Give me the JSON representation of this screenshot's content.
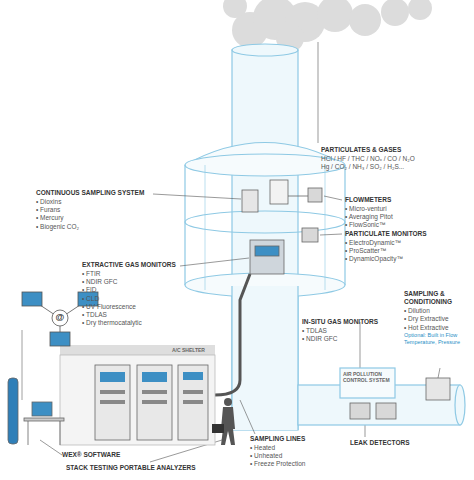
{
  "diagram": {
    "labels": [
      "PARTICULATES & GASES",
      "HCl / HF / THC / NOₓ / CO / N₂O",
      "Hg / CO₂ / NH₃ / SO₂ / H₂S...",
      "CONTINUOUS SAMPLING SYSTEM",
      "• Dioxins",
      "• Furans",
      "• Mercury",
      "• Biogenic CO₂",
      "FLOWMETERS",
      "• Micro-venturi",
      "• Averaging Pitot",
      "• FlowSonic™",
      "PARTICULATE MONITORS",
      "• ElectroDynamic™",
      "• ProScatter™",
      "• DynamicOpacity™",
      "EXTRACTIVE GAS MONITORS",
      "• FTIR",
      "• NDIR GFC",
      "• FID",
      "• CLD",
      "• UV Fluorescence",
      "• TDLAS",
      "• Dry thermocatalytic",
      "SAMPLING & CONDITIONING",
      "• Dilution",
      "• Dry Extractive",
      "• Hot Extractive",
      "Optional: Built in Flow Temperature, Pressure",
      "IN-SITU GAS MONITORS",
      "• TDLAS",
      "• NDIR GFC",
      "A/C SHELTER",
      "AIR POLLUTION CONTROL SYSTEM",
      "LEAK DETECTORS",
      "WEX® SOFTWARE",
      "STACK TESTING PORTABLE ANALYZERS",
      "SAMPLING LINES",
      "• Heated",
      "• Unheated",
      "• Freeze Protection",
      "@"
    ]
  }
}
